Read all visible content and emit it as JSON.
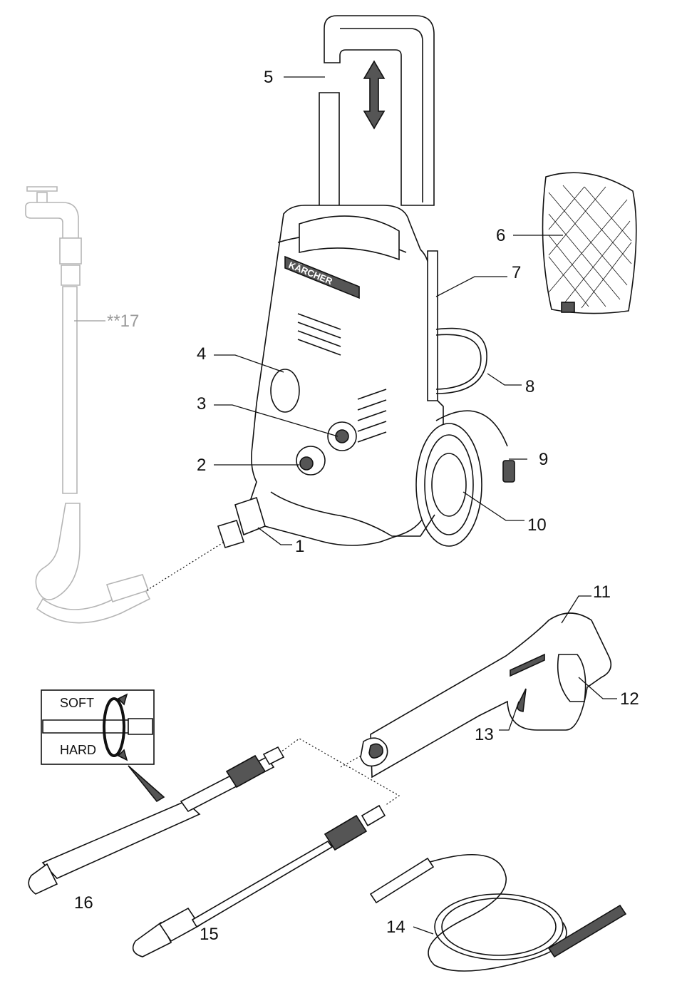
{
  "callouts": {
    "c1": "1",
    "c2": "2",
    "c3": "3",
    "c4": "4",
    "c5": "5",
    "c6": "6",
    "c7": "7",
    "c8": "8",
    "c9": "9",
    "c10": "10",
    "c11": "11",
    "c12": "12",
    "c13": "13",
    "c14": "14",
    "c15": "15",
    "c16": "16",
    "c17": "**17"
  },
  "inset": {
    "soft_label": "SOFT",
    "hard_label": "HARD"
  },
  "brand": {
    "logo_text": "KÄRCHER"
  },
  "colors": {
    "line": "#111111",
    "optional_part": "#9a9a9a",
    "shade": "#555555"
  }
}
